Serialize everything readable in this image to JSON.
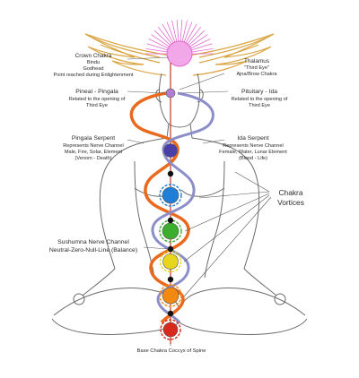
{
  "colors": {
    "pingala": "#e96a1e",
    "ida": "#8b8ec9",
    "sushumna": "#c0392b",
    "crown": "#e06ad0",
    "wings": "#d9a441",
    "body_line": "#6b6b6b"
  },
  "labels": {
    "crown": {
      "title": "Crown Chakra",
      "lines": [
        "Bindu",
        "Godhead",
        "Point reached during Enlightenment"
      ]
    },
    "thalamus": {
      "title": "Thalamus",
      "lines": [
        "\"Third Eye\"",
        "Ajna/Brow Chakra"
      ]
    },
    "pineal": {
      "title": "Pineal - Pingala",
      "lines": [
        "Related to the opening of",
        "Third Eye"
      ]
    },
    "pituitary": {
      "title": "Pituitary - Ida",
      "lines": [
        "Related to the opening of",
        "Third Eye"
      ]
    },
    "pingala": {
      "title": "Pingala Serpent",
      "lines": [
        "Represents Nerve Channel",
        "Male, Fire, Solar, Element",
        "(Venom - Death)"
      ]
    },
    "ida": {
      "title": "Ida Serpent",
      "lines": [
        "Represents Nerve Channel",
        "Female, Water, Lunar Element",
        "(Blood - Life)"
      ]
    },
    "chakra_vortices": {
      "line1": "Chakra",
      "line2": "Vortices"
    },
    "sushumna": {
      "line1": "Sushumna Nerve Channel",
      "line2": "Neutral-Zero-Null-Line (Balance)"
    },
    "root": {
      "text": "Base Chakra Coccyx of Spine"
    }
  },
  "chakras": [
    {
      "name": "crown",
      "color": "#b07fd1"
    },
    {
      "name": "third-eye",
      "color": "#4a3fa8"
    },
    {
      "name": "throat",
      "color": "#1f7fd6"
    },
    {
      "name": "heart",
      "color": "#3cae2e"
    },
    {
      "name": "solar-plexus",
      "color": "#e8d61c"
    },
    {
      "name": "sacral",
      "color": "#f28a12"
    },
    {
      "name": "root",
      "color": "#d72a1c"
    }
  ]
}
